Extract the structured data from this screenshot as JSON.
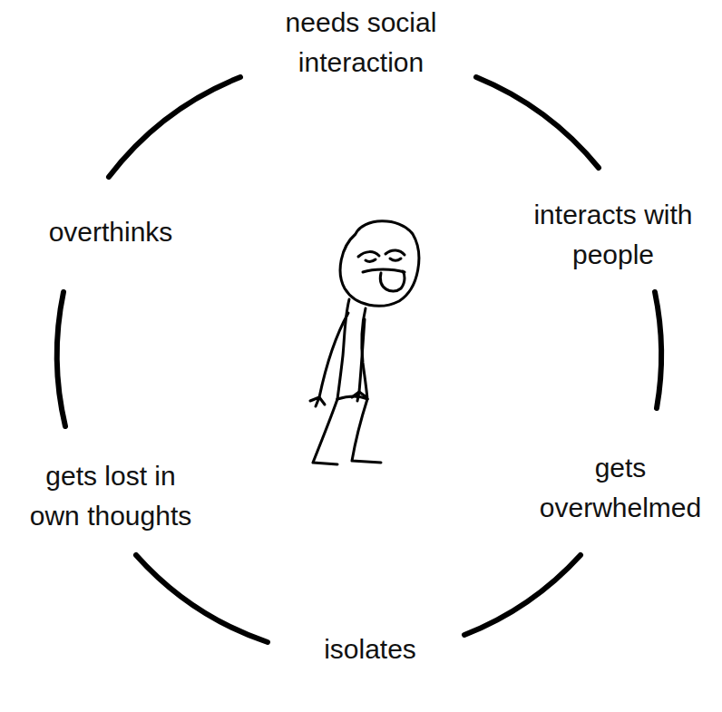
{
  "diagram": {
    "labels": [
      "needs social interaction",
      "interacts with people",
      "gets overwhelmed",
      "isolates",
      "gets lost in own thoughts",
      "overthinks"
    ]
  }
}
